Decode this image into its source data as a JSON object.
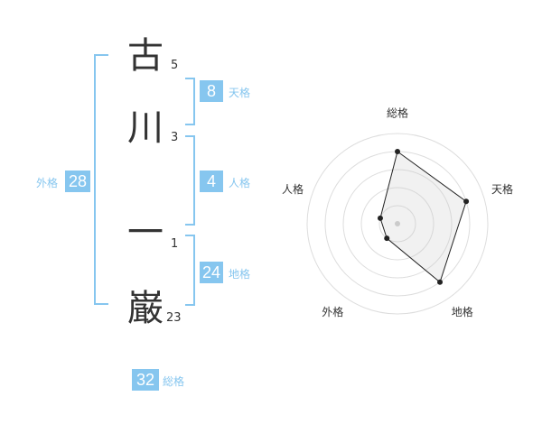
{
  "name": {
    "characters": [
      {
        "char": "古",
        "strokes": "5"
      },
      {
        "char": "川",
        "strokes": "3"
      },
      {
        "char": "一",
        "strokes": "1"
      },
      {
        "char": "巌",
        "strokes": "23"
      }
    ]
  },
  "scores": {
    "tenkaku": {
      "label": "天格",
      "value": "8"
    },
    "jinkaku": {
      "label": "人格",
      "value": "4"
    },
    "chikaku": {
      "label": "地格",
      "value": "24"
    },
    "gaikaku": {
      "label": "外格",
      "value": "28"
    },
    "soukaku": {
      "label": "総格",
      "value": "32"
    }
  },
  "colors": {
    "accent": "#86c6ef",
    "text": "#333333"
  },
  "chart_data": {
    "type": "radar",
    "axes": [
      "総格",
      "天格",
      "地格",
      "外格",
      "人格"
    ],
    "values": [
      4,
      4,
      4,
      1,
      1
    ],
    "range": [
      0,
      5
    ],
    "grid_rings": 5
  }
}
